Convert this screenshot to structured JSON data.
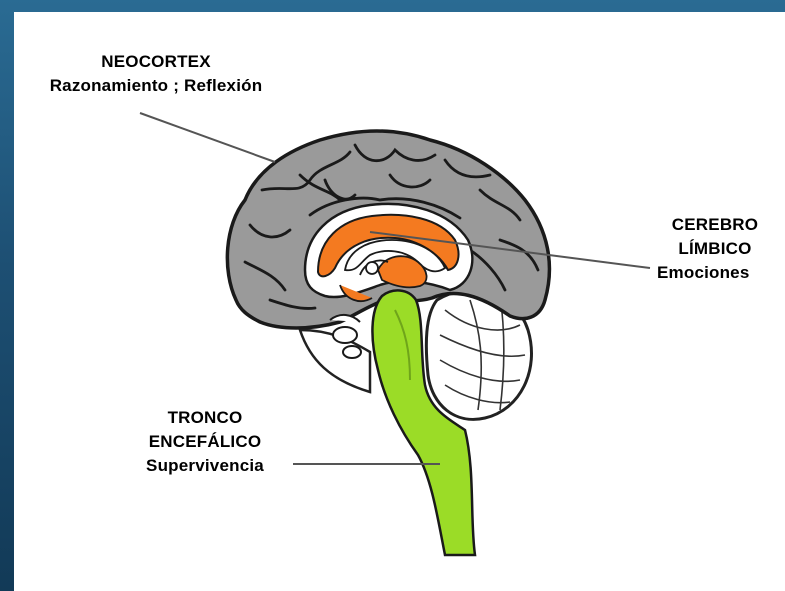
{
  "labels": {
    "neocortex": {
      "title": "NEOCORTEX",
      "subtitle": "Razonamiento ; Reflexión"
    },
    "limbic": {
      "title_line1": "CEREBRO",
      "title_line2": "LÍMBICO",
      "subtitle": "Emociones"
    },
    "brainstem": {
      "title_line1": "TRONCO",
      "title_line2": "ENCEFÁLICO",
      "subtitle": "Supervivencia"
    }
  },
  "colors": {
    "neocortex": "#9a9a9a",
    "limbic": "#f47a20",
    "brainstem": "#9bdc27",
    "frame": "#1f4f72"
  }
}
